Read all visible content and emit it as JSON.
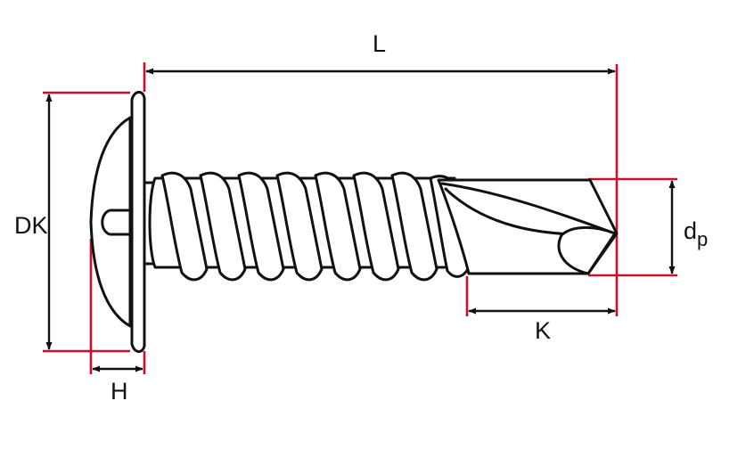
{
  "colors": {
    "accent": "#c8102e",
    "line": "#111111",
    "background": "#ffffff"
  },
  "dimensions": {
    "L": "L",
    "DK": "DK",
    "H": "H",
    "K": "K",
    "dp_main": "d",
    "dp_sub": "p"
  }
}
